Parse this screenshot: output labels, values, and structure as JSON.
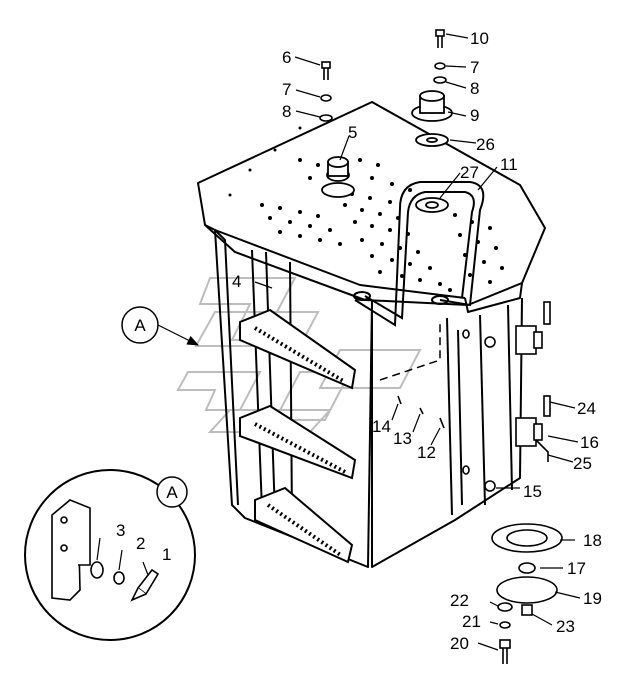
{
  "diagram": {
    "view_letter": "A",
    "detail_letter": "A",
    "callouts": [
      "1",
      "2",
      "3",
      "4",
      "5",
      "6",
      "7",
      "8",
      "9",
      "10",
      "7",
      "8",
      "11",
      "12",
      "13",
      "14",
      "15",
      "16",
      "17",
      "18",
      "19",
      "20",
      "21",
      "22",
      "23",
      "24",
      "25",
      "26",
      "27"
    ]
  },
  "colors": {
    "ink": "#000000",
    "paper": "#ffffff",
    "watermark": "#bdbdbd"
  }
}
